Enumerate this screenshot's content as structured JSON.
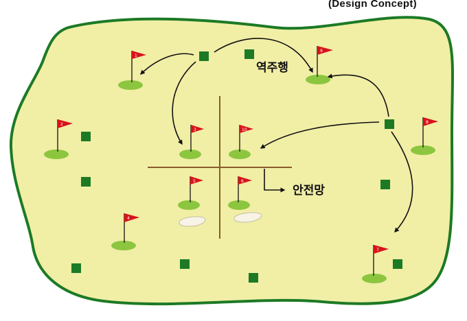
{
  "header": {
    "concept": "(Design Concept)"
  },
  "labels": {
    "reverse": "역주행",
    "safety": "안전망"
  },
  "colors": {
    "fairway": "#f1eea6",
    "border": "#1c7a25",
    "green": "#8cc63f",
    "flag": "#d7141a",
    "tee": "#1c7a25",
    "divider": "#8a5a2b",
    "arrow": "#111111"
  },
  "holes": [
    {
      "n": "1",
      "shape": "flag-green"
    },
    {
      "n": "2",
      "shape": "flag-green"
    },
    {
      "n": "3",
      "shape": "flag-green"
    },
    {
      "n": "10",
      "shape": "flag-green"
    },
    {
      "n": "5",
      "shape": "flag-green"
    },
    {
      "n": "6",
      "shape": "flag-green"
    },
    {
      "n": "4",
      "shape": "flag-green"
    },
    {
      "n": "9",
      "shape": "flag-green"
    },
    {
      "n": "8",
      "shape": "flag-green"
    },
    {
      "n": "7",
      "shape": "flag-green"
    }
  ]
}
